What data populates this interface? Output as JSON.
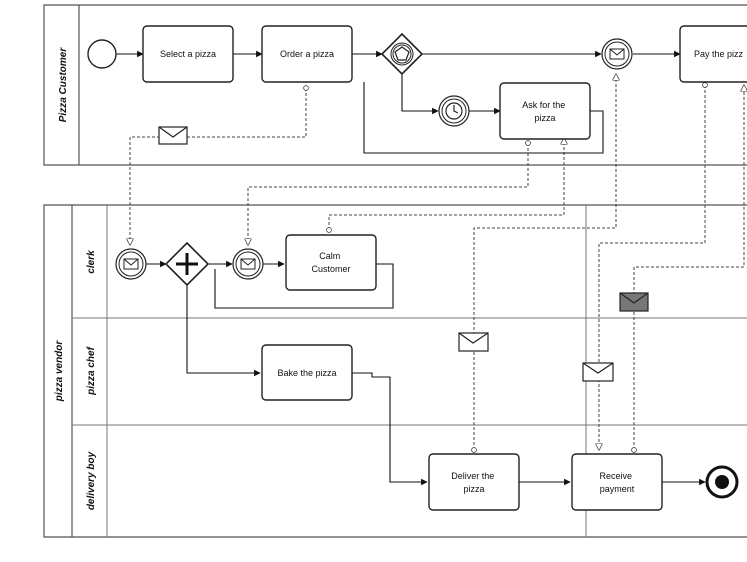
{
  "pools": {
    "customer": {
      "label": "Pizza Customer"
    },
    "vendor": {
      "label": "pizza vendor",
      "lanes": {
        "clerk": "clerk",
        "chef": "pizza chef",
        "delivery": "delivery boy"
      }
    }
  },
  "tasks": {
    "select": [
      "Select a pizza"
    ],
    "order": [
      "Order a pizza"
    ],
    "ask": [
      "Ask for the",
      "pizza"
    ],
    "pay": [
      "Pay the pizz"
    ],
    "calm": [
      "Calm",
      "Customer"
    ],
    "bake": [
      "Bake the pizza"
    ],
    "deliver": [
      "Deliver the",
      "pizza"
    ],
    "receive": [
      "Receive",
      "payment"
    ]
  },
  "icons": [
    "start-event-icon",
    "event-gateway-icon",
    "timer-event-icon",
    "message-catch-event-icon",
    "parallel-gateway-icon",
    "envelope-icon",
    "end-event-icon"
  ]
}
